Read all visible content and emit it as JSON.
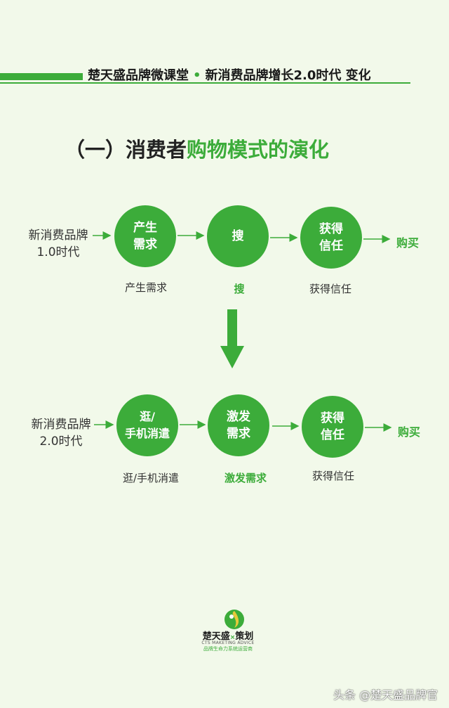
{
  "header": {
    "brand": "楚天盛品牌微课堂",
    "dot": "•",
    "subtitle": "新消费品牌增长2.0时代 变化"
  },
  "title": {
    "prefix": "（一）消费者",
    "highlight": "购物模式的演化"
  },
  "row1": {
    "label": "新消费品牌\n1.0时代",
    "steps": [
      {
        "circle": "产生\n需求",
        "caption": "产生需求"
      },
      {
        "circle": "搜",
        "caption": "搜"
      },
      {
        "circle": "获得\n信任",
        "caption": "获得信任"
      }
    ],
    "result": "购买"
  },
  "row2": {
    "label": "新消费品牌\n2.0时代",
    "steps": [
      {
        "circle": "逛/\n手机消遣",
        "caption": "逛/手机消遣"
      },
      {
        "circle": "激发\n需求",
        "caption": "激发需求"
      },
      {
        "circle": "获得\n信任",
        "caption": "获得信任"
      }
    ],
    "result": "购买"
  },
  "logo": {
    "name": "楚天盛",
    "name2": "策划",
    "english": "CTS MAKETING ADVICE",
    "tagline": "品牌生命力系统运营商"
  },
  "watermark": "头条 @楚天盛品牌官",
  "colors": {
    "accent": "#3cac3a",
    "background": "#f2f9ea"
  }
}
